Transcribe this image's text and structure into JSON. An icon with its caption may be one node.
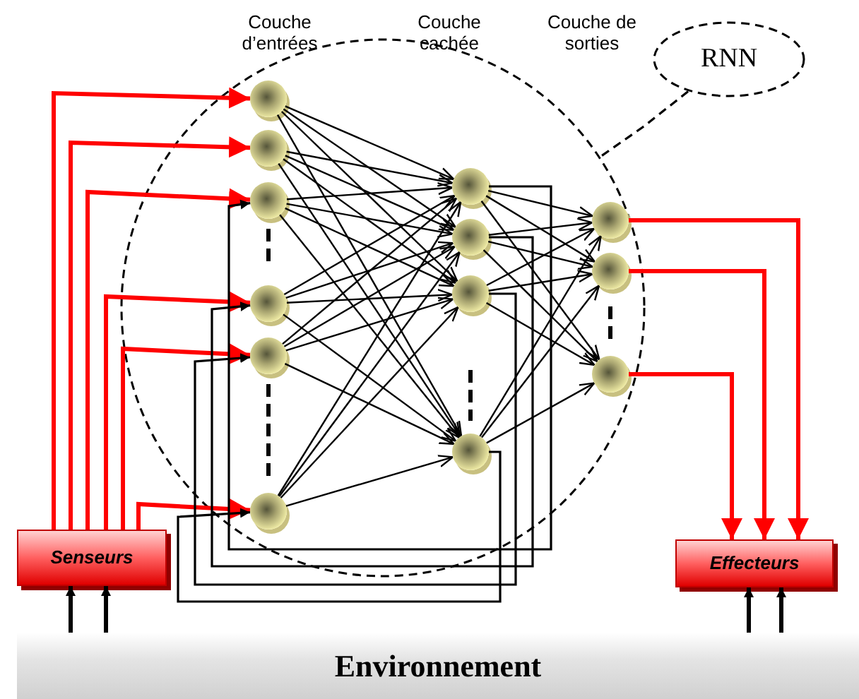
{
  "diagram": {
    "nodes": [
      {
        "text": [
          "Senseurs"
        ]
      },
      {
        "text": [
          "Effecteurs"
        ]
      },
      {
        "text": [
          "Environnement"
        ]
      },
      {
        "text": [
          "RNN"
        ]
      },
      {
        "text": [],
        "shape": "circle"
      },
      {
        "text": [],
        "shape": "circle",
        "in": 4
      },
      {
        "text": [],
        "shape": "circle",
        "in": 4
      },
      {
        "text": [],
        "shape": "circle",
        "in": 4
      },
      {
        "text": [],
        "shape": "circle",
        "in": 4
      },
      {
        "text": [],
        "shape": "circle",
        "in": 4
      },
      {
        "text": [],
        "shape": "circle",
        "in": 4
      },
      {
        "text": [],
        "shape": "circle",
        "in": 4
      },
      {
        "text": [],
        "shape": "circle",
        "in": 4
      },
      {
        "text": [],
        "shape": "circle",
        "in": 4
      },
      {
        "text": [],
        "shape": "circle",
        "in": 4
      },
      {
        "text": [],
        "shape": "circle",
        "in": 4
      },
      {
        "text": [],
        "shape": "circle",
        "in": 4
      },
      {
        "text": [],
        "shape": "circle",
        "in": 4
      }
    ],
    "edges": [
      {
        "from": 2,
        "to": 0,
        "arrow": "to",
        "style": "thick"
      },
      {
        "from": 2,
        "to": 0,
        "arrow": "to",
        "style": "thick"
      },
      {
        "from": 2,
        "to": 1,
        "arrow": "to",
        "style": "thick"
      },
      {
        "from": 2,
        "to": 1,
        "arrow": "to",
        "style": "thick"
      },
      {
        "from": 0,
        "to": 5,
        "arrow": "to",
        "style": "thick",
        "color": "#ff0000"
      },
      {
        "from": 0,
        "to": 6,
        "arrow": "to",
        "style": "thick",
        "color": "#ff0000"
      },
      {
        "from": 0,
        "to": 7,
        "arrow": "to",
        "style": "thick",
        "color": "#ff0000"
      },
      {
        "from": 0,
        "to": 8,
        "arrow": "to",
        "style": "thick",
        "color": "#ff0000"
      },
      {
        "from": 0,
        "to": 9,
        "arrow": "to",
        "style": "thick",
        "color": "#ff0000"
      },
      {
        "from": 0,
        "to": 10,
        "arrow": "to",
        "style": "thick",
        "color": "#ff0000"
      },
      {
        "from": 5,
        "to": 11,
        "arrow": "to"
      },
      {
        "from": 5,
        "to": 12,
        "arrow": "to"
      },
      {
        "from": 5,
        "to": 13,
        "arrow": "to"
      },
      {
        "from": 5,
        "to": 14,
        "arrow": "to"
      },
      {
        "from": 6,
        "to": 11,
        "arrow": "to"
      },
      {
        "from": 6,
        "to": 12,
        "arrow": "to"
      },
      {
        "from": 6,
        "to": 13,
        "arrow": "to"
      },
      {
        "from": 6,
        "to": 14,
        "arrow": "to"
      },
      {
        "from": 7,
        "to": 11,
        "arrow": "to"
      },
      {
        "from": 7,
        "to": 12,
        "arrow": "to"
      },
      {
        "from": 7,
        "to": 13,
        "arrow": "to"
      },
      {
        "from": 7,
        "to": 14,
        "arrow": "to"
      },
      {
        "from": 8,
        "to": 11,
        "arrow": "to"
      },
      {
        "from": 8,
        "to": 12,
        "arrow": "to"
      },
      {
        "from": 8,
        "to": 13,
        "arrow": "to"
      },
      {
        "from": 8,
        "to": 14,
        "arrow": "to"
      },
      {
        "from": 9,
        "to": 11,
        "arrow": "to"
      },
      {
        "from": 9,
        "to": 12,
        "arrow": "to"
      },
      {
        "from": 9,
        "to": 13,
        "arrow": "to"
      },
      {
        "from": 9,
        "to": 14,
        "arrow": "to"
      },
      {
        "from": 10,
        "to": 11,
        "arrow": "to"
      },
      {
        "from": 10,
        "to": 12,
        "arrow": "to"
      },
      {
        "from": 10,
        "to": 13,
        "arrow": "to"
      },
      {
        "from": 10,
        "to": 14,
        "arrow": "to"
      },
      {
        "from": 11,
        "to": 15,
        "arrow": "to"
      },
      {
        "from": 11,
        "to": 16,
        "arrow": "to"
      },
      {
        "from": 11,
        "to": 17,
        "arrow": "to"
      },
      {
        "from": 12,
        "to": 15,
        "arrow": "to"
      },
      {
        "from": 12,
        "to": 16,
        "arrow": "to"
      },
      {
        "from": 12,
        "to": 17,
        "arrow": "to"
      },
      {
        "from": 13,
        "to": 15,
        "arrow": "to"
      },
      {
        "from": 13,
        "to": 16,
        "arrow": "to"
      },
      {
        "from": 13,
        "to": 17,
        "arrow": "to"
      },
      {
        "from": 14,
        "to": 15,
        "arrow": "to"
      },
      {
        "from": 14,
        "to": 16,
        "arrow": "to"
      },
      {
        "from": 14,
        "to": 17,
        "arrow": "to"
      },
      {
        "from": 15,
        "to": 1,
        "arrow": "to",
        "style": "thick",
        "color": "#ff0000"
      },
      {
        "from": 16,
        "to": 1,
        "arrow": "to",
        "style": "thick",
        "color": "#ff0000"
      },
      {
        "from": 17,
        "to": 1,
        "arrow": "to",
        "style": "thick",
        "color": "#ff0000"
      },
      {
        "from": 11,
        "to": 7,
        "arrow": "to"
      },
      {
        "from": 12,
        "to": 8,
        "arrow": "to"
      },
      {
        "from": 13,
        "to": 9,
        "arrow": "to"
      },
      {
        "from": 14,
        "to": 10,
        "arrow": "to"
      },
      {
        "from": 3,
        "to": 4,
        "arrow": "none",
        "style": "dashed"
      }
    ],
    "labels": [
      "Couche d’entrées",
      "Couche cachée",
      "Couche de sorties"
    ]
  }
}
